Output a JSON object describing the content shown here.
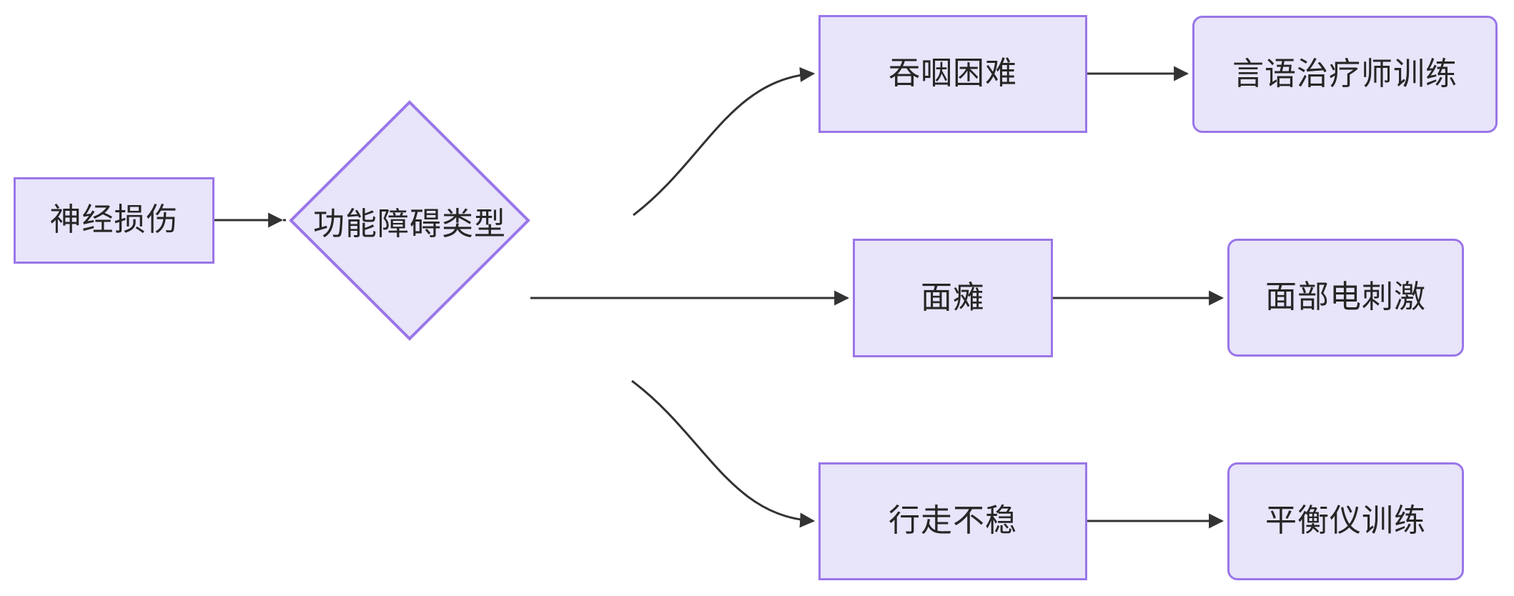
{
  "diagram": {
    "type": "flowchart",
    "direction": "left-to-right",
    "background_color": "#ffffff",
    "node_fill_color": "#e8e4fa",
    "node_border_color": "#9a76e8",
    "text_color": "#262626",
    "edge_color": "#333333",
    "nodes": [
      {
        "id": "n1",
        "label": "神经损伤",
        "shape": "rectangle"
      },
      {
        "id": "n2",
        "label": "功能障碍类型",
        "shape": "diamond"
      },
      {
        "id": "n3",
        "label": "吞咽困难",
        "shape": "rectangle"
      },
      {
        "id": "n4",
        "label": "言语治疗师训练",
        "shape": "rounded-rectangle"
      },
      {
        "id": "n5",
        "label": "面瘫",
        "shape": "rectangle"
      },
      {
        "id": "n6",
        "label": "面部电刺激",
        "shape": "rounded-rectangle"
      },
      {
        "id": "n7",
        "label": "行走不稳",
        "shape": "rectangle"
      },
      {
        "id": "n8",
        "label": "平衡仪训练",
        "shape": "rounded-rectangle"
      }
    ],
    "edges": [
      {
        "from": "n1",
        "to": "n2",
        "label": ""
      },
      {
        "from": "n2",
        "to": "n3",
        "label": ""
      },
      {
        "from": "n2",
        "to": "n5",
        "label": ""
      },
      {
        "from": "n2",
        "to": "n7",
        "label": ""
      },
      {
        "from": "n3",
        "to": "n4",
        "label": ""
      },
      {
        "from": "n5",
        "to": "n6",
        "label": ""
      },
      {
        "from": "n7",
        "to": "n8",
        "label": ""
      }
    ]
  }
}
